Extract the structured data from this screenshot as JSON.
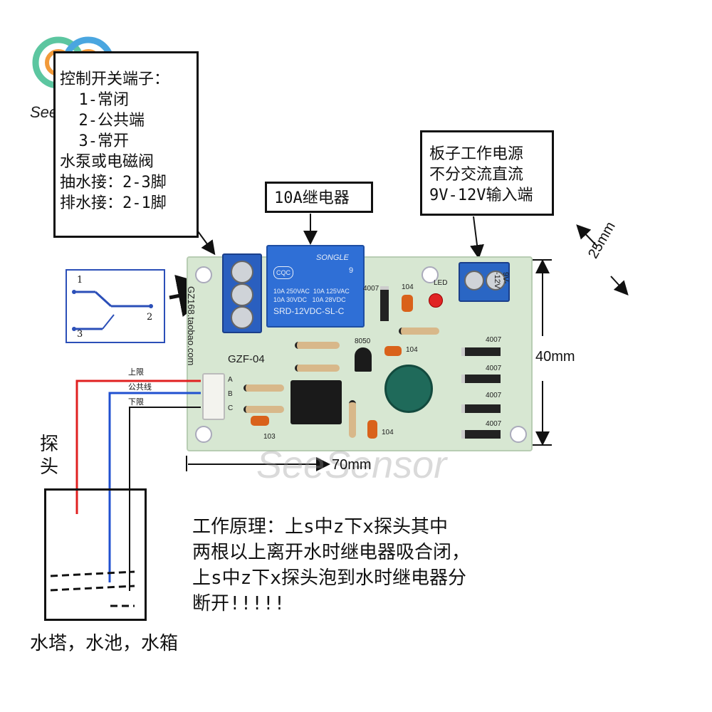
{
  "brand": {
    "logo_text": "SeeSensor",
    "watermark": "SeeSensor"
  },
  "callouts": {
    "terminal": [
      "控制开关端子：",
      "  1-常闭",
      "  2-公共端",
      "  3-常开",
      "水泵或电磁阀",
      "抽水接：2-3脚",
      "排水接：2-1脚"
    ],
    "relay": "10A继电器",
    "power": [
      "板子工作电源",
      "不分交流直流",
      "9V-12V输入端"
    ]
  },
  "switch_diagram": {
    "pin1": "1",
    "pin2": "2",
    "pin3": "3"
  },
  "relay_component": {
    "brand": "SONGLE",
    "ratings": [
      "10A 250VAC  10A 125VAC",
      "10A 30VDC   10A 28VDC"
    ],
    "model": "SRD-12VDC-SL-C",
    "pin_no": "9"
  },
  "pcb_labels": {
    "board_name": "GZF-04",
    "side_text": "GZ168.taobao.com",
    "power_label": "9V--12V",
    "led": "LED",
    "transistor": "8050",
    "diode_top": "4007",
    "cap_104_a": "104",
    "cap_104_b": "104",
    "cap_104_c": "104",
    "cap_103": "103",
    "diodes": [
      "4007",
      "4007",
      "4007",
      "4007"
    ],
    "conn_pins": [
      "A",
      "B",
      "C"
    ]
  },
  "probe": {
    "wire_labels": [
      "上限",
      "公共线",
      "下限"
    ],
    "probe_label": [
      "探",
      "头"
    ],
    "wire_colors": {
      "upper": "#e02020",
      "common": "#2050d0",
      "lower": "#111111"
    }
  },
  "dimensions": {
    "width": "70mm",
    "height": "40mm",
    "depth": "25mm"
  },
  "description": [
    "工作原理：上s中z下x探头其中",
    "两根以上离开水时继电器吸合闭，",
    "上s中z下x探头泡到水时继电器分",
    "断开!!!!!"
  ],
  "tank_caption": "水塔，水池，水箱"
}
